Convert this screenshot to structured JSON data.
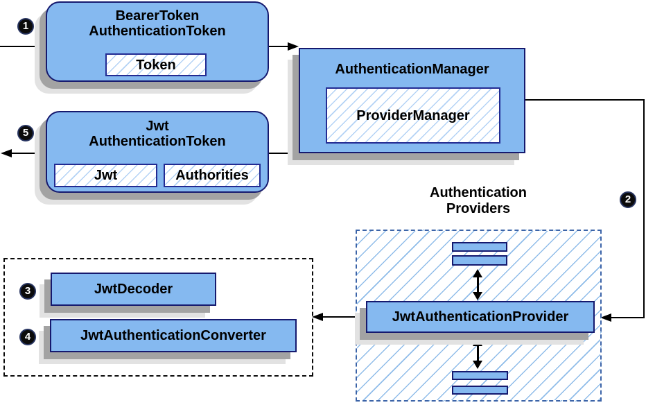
{
  "colors": {
    "node_fill": "#85b9f0",
    "node_border": "#15196e",
    "slot_hatch_line": "#b3d2f5",
    "container_hatch_line": "#8fbce9",
    "dashed_blue_border": "#3c64a8",
    "dashed_black_border": "#0a0a0a",
    "shadow_dark": "#a3a3a3",
    "shadow_light": "#e2e2e2",
    "arrow": "#000000",
    "badge_fill": "#0b0b0b",
    "badge_text": "#ffffff"
  },
  "badges": [
    {
      "label": "1"
    },
    {
      "label": "2"
    },
    {
      "label": "3"
    },
    {
      "label": "4"
    },
    {
      "label": "5"
    }
  ],
  "nodes": {
    "bearer_token": {
      "title_line1": "BearerToken",
      "title_line2": "AuthenticationToken",
      "slot_token": "Token"
    },
    "jwt_token": {
      "title_line1": "Jwt",
      "title_line2": "AuthenticationToken",
      "slot_jwt": "Jwt",
      "slot_authorities": "Authorities"
    },
    "authentication_manager": {
      "title": "AuthenticationManager",
      "inner": "ProviderManager"
    },
    "providers_group": {
      "label_line1": "Authentication",
      "label_line2": "Providers",
      "provider": "JwtAuthenticationProvider"
    },
    "jwt_decoder": {
      "label": "JwtDecoder"
    },
    "jwt_authentication_converter": {
      "label": "JwtAuthenticationConverter"
    }
  }
}
